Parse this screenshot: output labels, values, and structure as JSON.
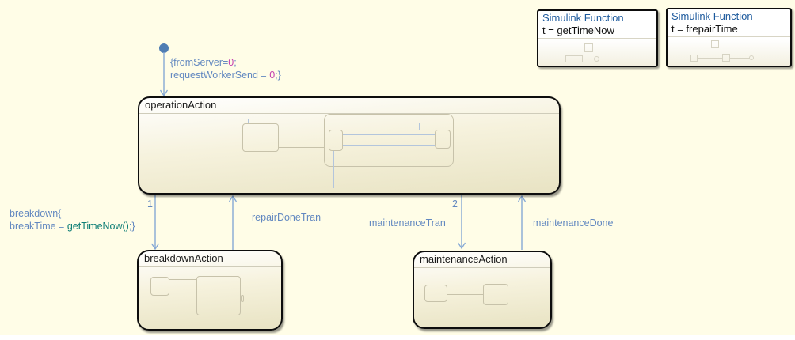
{
  "colors": {
    "canvas": "#FFFDE7",
    "transition_line": "#85A8D5",
    "label_blue": "#6288C0",
    "value_magenta": "#C43FAE",
    "function_teal": "#0E7E76",
    "simulink_title": "#1D5A9D",
    "state_text": "#1A1A1A"
  },
  "simulink_functions": [
    {
      "title": "Simulink Function",
      "signature": "t = getTimeNow"
    },
    {
      "title": "Simulink Function",
      "signature": "t = frepairTime"
    }
  ],
  "states": {
    "operation": {
      "name": "operationAction"
    },
    "breakdown": {
      "name": "breakdownAction"
    },
    "maintenance": {
      "name": "maintenanceAction"
    }
  },
  "default_transition": {
    "line1": {
      "pre": "{fromServer=",
      "value": "0",
      "post": ";"
    },
    "line2": {
      "pre": "requestWorkerSend = ",
      "value": "0",
      "post": ";}"
    }
  },
  "transitions": {
    "breakdown": {
      "order": "1",
      "line1": "breakdown{",
      "line2_pre": "breakTime = ",
      "line2_fn": "getTimeNow()",
      "line2_post": ";}"
    },
    "repair_done": {
      "label": "repairDoneTran"
    },
    "maintenance": {
      "order": "2",
      "label": "maintenanceTran"
    },
    "maintenance_done": {
      "label": "maintenanceDone"
    }
  }
}
